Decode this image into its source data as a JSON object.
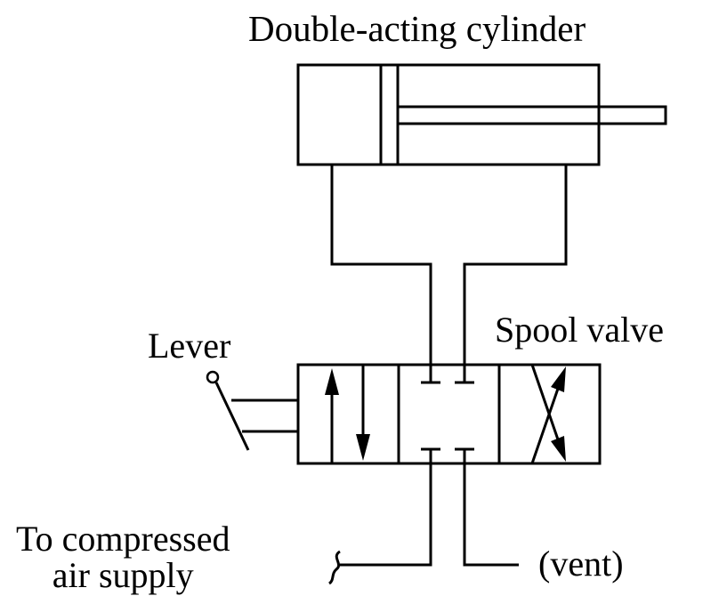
{
  "labels": {
    "cylinder": "Double-acting cylinder",
    "valve": "Spool valve",
    "lever": "Lever",
    "supply_line1": "To compressed",
    "supply_line2": "air supply",
    "vent": "(vent)"
  }
}
